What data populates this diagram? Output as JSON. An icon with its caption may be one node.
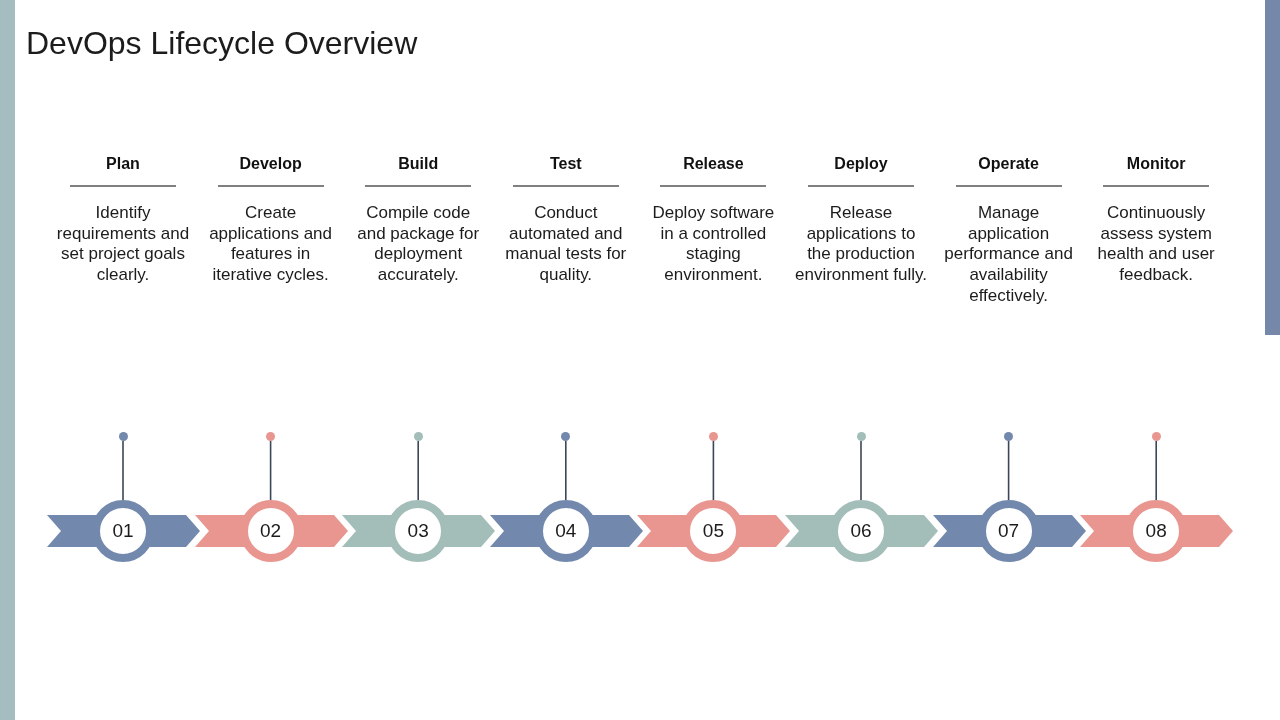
{
  "diagram": {
    "title": "DevOps Lifecycle Overview",
    "nodes": [
      {
        "text": [
          "01"
        ],
        "beside": [
          "Plan",
          "Identify requirements and set project goals clearly."
        ]
      },
      {
        "text": [
          "02"
        ],
        "beside": [
          "Develop",
          "Create applications and features in iterative cycles."
        ]
      },
      {
        "text": [
          "03"
        ],
        "beside": [
          "Build",
          "Compile code and package for deployment accurately."
        ]
      },
      {
        "text": [
          "04"
        ],
        "beside": [
          "Test",
          "Conduct automated and manual tests for quality."
        ]
      },
      {
        "text": [
          "05"
        ],
        "beside": [
          "Release",
          "Deploy software in a controlled staging environment."
        ]
      },
      {
        "text": [
          "06"
        ],
        "beside": [
          "Deploy",
          "Release applications to the production environment fully."
        ]
      },
      {
        "text": [
          "07"
        ],
        "beside": [
          "Operate",
          "Manage application performance and availability effectively."
        ]
      },
      {
        "text": [
          "08"
        ],
        "beside": [
          "Monitor",
          "Continuously assess system health and user feedback."
        ]
      },
      {
        "text": [],
        "shape": "circle"
      },
      {
        "text": [],
        "shape": "circle"
      },
      {
        "text": [],
        "shape": "circle"
      },
      {
        "text": [],
        "shape": "circle"
      },
      {
        "text": [],
        "shape": "circle"
      },
      {
        "text": [],
        "shape": "circle"
      },
      {
        "text": [],
        "shape": "circle"
      },
      {
        "text": [],
        "shape": "circle"
      }
    ],
    "edges": [
      {
        "from": 8,
        "to": 0,
        "arrow": "none"
      },
      {
        "from": 9,
        "to": 1,
        "arrow": "none"
      },
      {
        "from": 10,
        "to": 2,
        "arrow": "none"
      },
      {
        "from": 11,
        "to": 3,
        "arrow": "none"
      },
      {
        "from": 12,
        "to": 4,
        "arrow": "none"
      },
      {
        "from": 13,
        "to": 5,
        "arrow": "none"
      },
      {
        "from": 14,
        "to": 6,
        "arrow": "none"
      },
      {
        "from": 15,
        "to": 7,
        "arrow": "none"
      }
    ]
  }
}
